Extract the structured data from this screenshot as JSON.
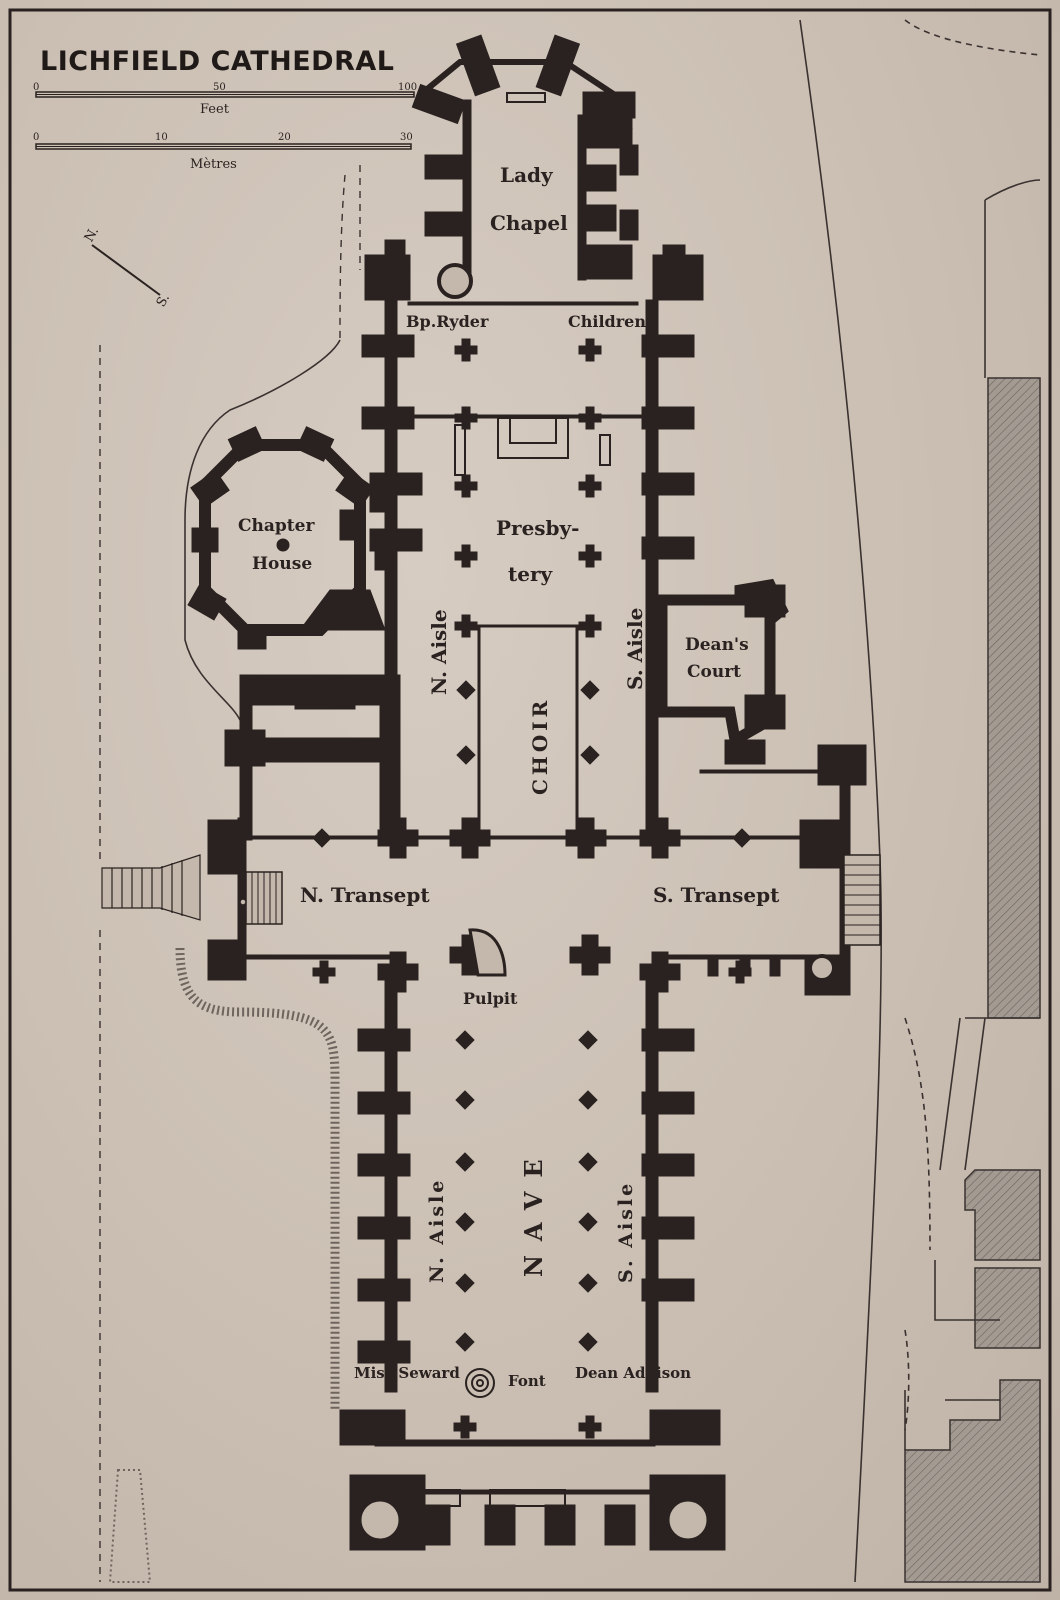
{
  "title": "LICHFIELD CATHEDRAL",
  "scale": {
    "feet_label": "Feet",
    "feet_ticks": [
      "0",
      "50",
      "100"
    ],
    "metres_label": "Mètres",
    "metres_ticks": [
      "0",
      "10",
      "20",
      "30"
    ]
  },
  "compass": {
    "north": "N.",
    "south": "S."
  },
  "labels": {
    "lady_chapel_1": "Lady",
    "lady_chapel_2": "Chapel",
    "bp_ryder": "Bp.Ryder",
    "children": "Children",
    "chapter_house_1": "Chapter",
    "chapter_house_2": "House",
    "presbytery_1": "Presby-",
    "presbytery_2": "tery",
    "n_aisle_choir": "N. Aisle",
    "s_aisle_choir": "S. Aisle",
    "choir": "CHOIR",
    "deans_court_1": "Dean's",
    "deans_court_2": "Court",
    "n_transept": "N. Transept",
    "s_transept": "S. Transept",
    "pulpit": "Pulpit",
    "n_aisle_nave": "N. Aisle",
    "nave": "NAVE",
    "s_aisle_nave": "S. Aisle",
    "miss_seward": "Miss Seward",
    "font": "Font",
    "dean_addison": "Dean Addison"
  },
  "colors": {
    "paper": "#cbbfb3",
    "ink": "#2a2220",
    "hatch": "#8e847c"
  }
}
